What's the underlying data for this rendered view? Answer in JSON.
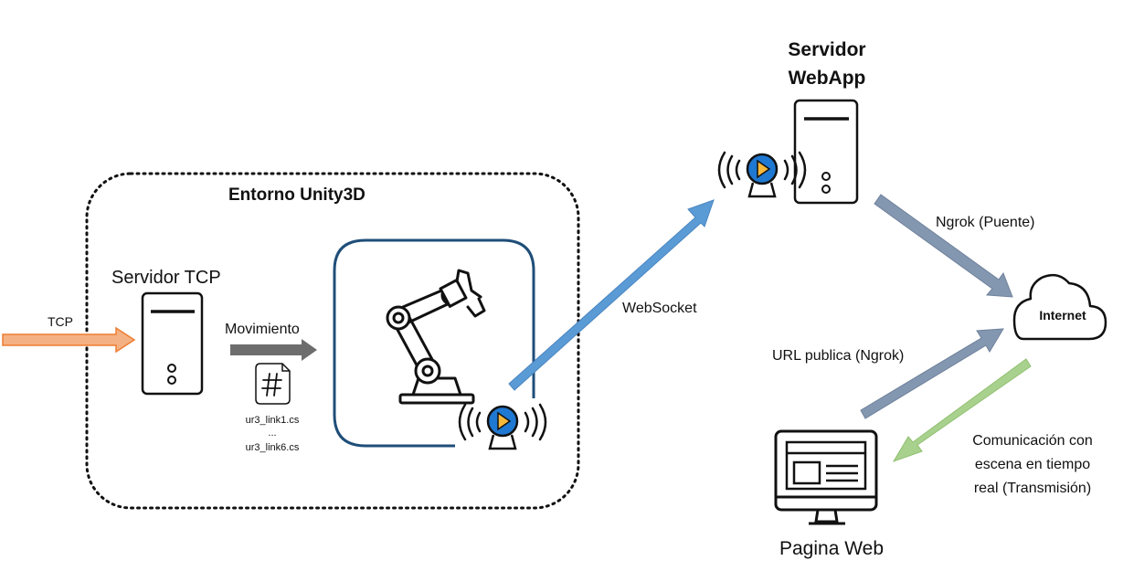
{
  "unity": {
    "title": "Entorno Unity3D"
  },
  "tcp_server": {
    "title": "Servidor TCP",
    "input_label": "TCP"
  },
  "movement": {
    "label": "Movimiento",
    "file_icon": "hash-file-icon",
    "files_first": "ur3_link1.cs",
    "files_ellipsis": "...",
    "files_last": "ur3_link6.cs"
  },
  "websocket": {
    "label": "WebSocket"
  },
  "webapp": {
    "title_line1": "Servidor",
    "title_line2": "WebApp"
  },
  "ngrok_bridge": {
    "label": "Ngrok (Puente)"
  },
  "internet": {
    "label": "Internet"
  },
  "public_url": {
    "label": "URL publica (Ngrok)"
  },
  "realtime": {
    "line1": "Comunicación con",
    "line2": "escena en tiempo",
    "line3": "real (Transmisión)"
  },
  "webpage": {
    "label": "Pagina Web"
  },
  "colors": {
    "tcp_arrow": "#f4b183",
    "tcp_arrow_border": "#ed7d31",
    "movement_arrow": "#6d6d6d",
    "websocket_arrow": "#5b9bd5",
    "ngrok_arrow": "#8497b0",
    "realtime_arrow": "#a9d18e",
    "robot_frame": "#1f4e79",
    "stream_icon": "#1f78d1",
    "play_triangle": "#f6b93b"
  }
}
